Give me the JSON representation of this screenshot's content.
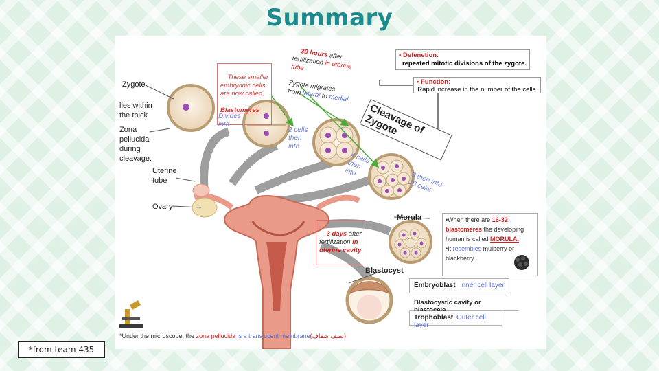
{
  "title": "Summary",
  "footer": "*from team 435",
  "labels": {
    "zygote": "Zygote",
    "lies_within": "lies within\nthe thick",
    "zona": "Zona\npellucida\nduring\ncleavage.",
    "uterine_tube": "Uterine\ntube",
    "ovary": "Ovary",
    "morula": "Morula",
    "blastocyst": "Blastocyst"
  },
  "notes": {
    "blastomeres_pre": "These smaller\nembryonic cells\nare now called,",
    "blastomeres": "Blastomeres",
    "hours_red": "30 hours",
    "hours_rest": " after\nfertilization ",
    "hours_in": "in uterine\ntube",
    "migrates": "Zygote migrates\nfrom ",
    "lateral": "lateral",
    "to": " to ",
    "medial": "medial",
    "days_red": "3 days",
    "days_rest": " after\nfertilization ",
    "days_in": "in\nuterine cavity"
  },
  "arrows": {
    "divides": "Divides\ninto",
    "two": "2 cells\nthen\ninto",
    "four": "4 cells\nthen\ninto",
    "eight": "8 then into\n16 cells"
  },
  "definition": {
    "head": "Defenetion:",
    "text": "repeated mitotic divisions of the zygote."
  },
  "function": {
    "head": "Function:",
    "text": "Rapid increase in the number of the cells."
  },
  "cleavage": "Cleavage of Zygote",
  "morula_box": {
    "l1a": "•When there are ",
    "l1b": "16-32",
    "l2a": "blastomeres",
    "l2b": " the developing",
    "l3a": "human is called ",
    "l3b": "MORULA.",
    "l4a": "•It ",
    "l4b": "resembles",
    "l4c": " mulberry or",
    "l5": "blackberry."
  },
  "blastocyst_parts": {
    "embryoblast": "Embryoblast",
    "embryoblast_note": "inner cell layer",
    "cavity": "Blastocystic cavity or blastocele",
    "trophoblast": "Trophoblast",
    "trophoblast_note": "Outer cell layer"
  },
  "microscope": {
    "a": "*Under the microscope, the ",
    "b": "zona pellucida",
    "c": " is a translucent membrane",
    "d": "(نصف شفاف)"
  }
}
